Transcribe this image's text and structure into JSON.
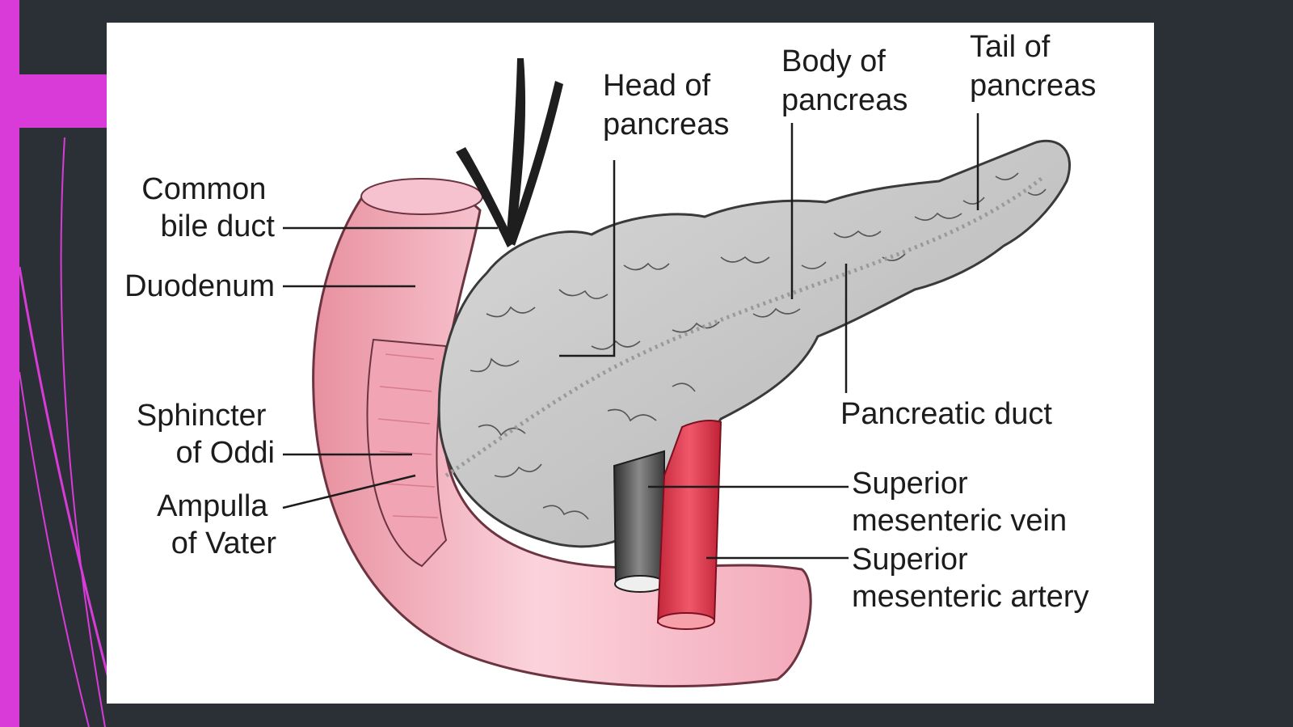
{
  "diagram": {
    "labels": {
      "head_of_pancreas": [
        "Head of",
        "pancreas"
      ],
      "body_of_pancreas": [
        "Body of",
        "pancreas"
      ],
      "tail_of_pancreas": [
        "Tail of",
        "pancreas"
      ],
      "common_bile_duct": [
        "Common",
        "bile duct"
      ],
      "duodenum": [
        "Duodenum"
      ],
      "sphincter_of_oddi": [
        "Sphincter",
        "of Oddi"
      ],
      "ampulla_of_vater": [
        "Ampulla",
        "of Vater"
      ],
      "pancreatic_duct": [
        "Pancreatic duct"
      ],
      "superior_mesenteric_vein": [
        "Superior",
        "mesenteric vein"
      ],
      "superior_mesenteric_artery": [
        "Superior",
        "mesenteric artery"
      ]
    },
    "colors": {
      "slide_background": "#2b3036",
      "accent": "#d93bd9",
      "duodenum": "#f5b6c6",
      "duodenum_outline": "#6b3440",
      "pancreas": "#c9c9c9",
      "pancreas_outline": "#3a3a3a",
      "bile_duct": "#1e1e1e",
      "vein": "#5a5a5a",
      "artery": "#e03a4e",
      "leader_line": "#1c1c1c"
    }
  }
}
